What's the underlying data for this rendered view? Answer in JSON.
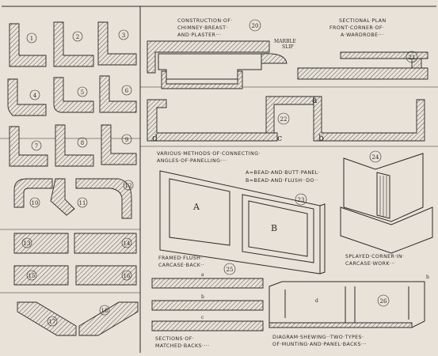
{
  "numbers": [
    "1",
    "2",
    "3",
    "4",
    "5",
    "6",
    "7",
    "8",
    "9",
    "10",
    "11",
    "12",
    "13",
    "14",
    "15",
    "16",
    "17",
    "18",
    "20",
    "21",
    "22",
    "23",
    "24",
    "25",
    "26"
  ],
  "titles": {
    "chimney": [
      "CONSTRUCTION·OF·",
      "CHIMNEY·BREAST·",
      "AND·PLASTER···"
    ],
    "marble": [
      "MARBLE",
      "SLIP"
    ],
    "wardrobe": [
      "SECTIONAL·PLAN",
      "FRONT·CORNER·OF·",
      "A·WARDROBE···"
    ],
    "panelling": [
      "VARIOUS·METHODS·OF·CONNECTING·",
      "ANGLES·OF·PANELLING···"
    ],
    "bead": [
      "A=BEAD·AND·BUTT·PANEL·",
      "B=BEAD·AND·FLUSH··DO··"
    ],
    "framed": [
      "FRAMED·FLUSH·",
      "CARCASE·BACK··"
    ],
    "splayed": [
      "SPLAYED·CORNER·IN·",
      "CARCASE·WORK···"
    ],
    "matched": [
      "SECTIONS·OF·",
      "MATCHED·BACKS····"
    ],
    "diagram": [
      "DIAGRAM·SHEWING··TWO·TYPES·",
      "OF·MUNTING·AND·PANEL·BACKS···"
    ]
  },
  "letters": {
    "a": "a",
    "b": "b",
    "c": "c",
    "d": "d",
    "A": "A",
    "B": "B"
  },
  "colors": {
    "paper": "#e9e2d8",
    "ink": "#2a2a2a"
  }
}
